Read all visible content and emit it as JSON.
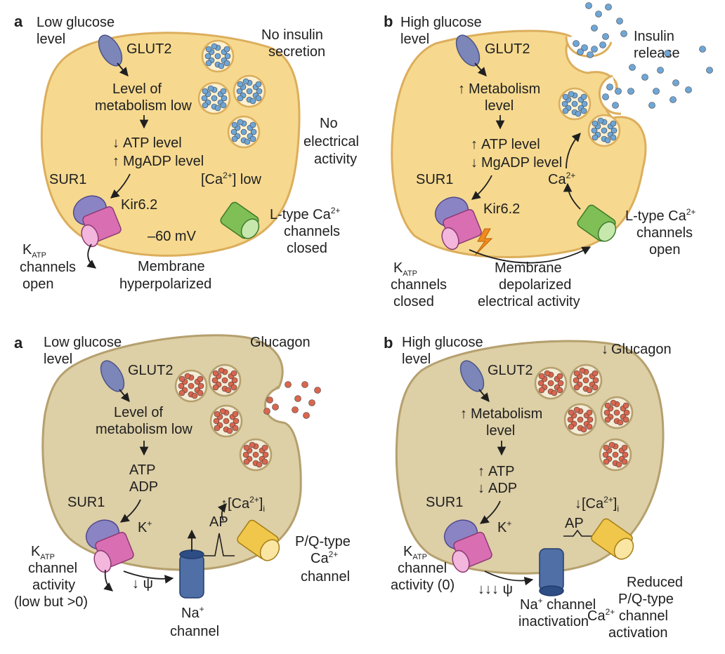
{
  "colors": {
    "beta_cell_fill": "#f6d98f",
    "beta_cell_edge": "#dcae5c",
    "alpha_cell_fill": "#ddcfa6",
    "alpha_cell_edge": "#b5a06e",
    "insulin_granule": "#6fa6d6",
    "glucagon_granule": "#d9664e",
    "glut2": "#7d86b8",
    "sur1": "#8b84c4",
    "kir": "#d96fb2",
    "ltype": "#7fbf55",
    "pq": "#f0c74a",
    "na": "#4f6fa6",
    "lightning": "#f08c1e"
  },
  "icons": [
    "glut2-transporter-icon",
    "katp-channel-icon",
    "calcium-channel-icon",
    "sodium-channel-icon",
    "granule-icon",
    "lightning-icon"
  ],
  "panels": {
    "beta_low": {
      "letter": "a",
      "glucose": [
        "Low glucose",
        "level"
      ],
      "glut2": "GLUT2",
      "metab": [
        "Level of",
        "metabolism low"
      ],
      "atp": "ATP level",
      "mgadp": "MgADP level",
      "sur1": "SUR1",
      "kir": "Kir6.2",
      "ca": "[Ca",
      "ca_sup": "2+",
      "ca_end": "] low",
      "mv": "–60 mV",
      "katp_k": "K",
      "katp_sub": "ATP",
      "katp_state": [
        "channels",
        "open"
      ],
      "membrane": [
        "Membrane",
        "hyperpolarized"
      ],
      "ltype_a": "L-type Ca",
      "ltype_sup": "2+",
      "ltype_state": [
        "channels",
        "closed"
      ],
      "secretion": [
        "No insulin",
        "secretion"
      ],
      "electrical": [
        "No",
        "electrical",
        "activity"
      ]
    },
    "beta_high": {
      "letter": "b",
      "glucose": [
        "High glucose",
        "level"
      ],
      "glut2": "GLUT2",
      "metab": [
        "Metabolism",
        "level"
      ],
      "atp": "ATP level",
      "mgadp": "MgADP level",
      "sur1": "SUR1",
      "kir": "Kir6.2",
      "ca": "Ca",
      "ca_sup": "2+",
      "katp_k": "K",
      "katp_sub": "ATP",
      "katp_state": [
        "channels",
        "closed"
      ],
      "membrane": [
        "Membrane",
        "depolarized",
        "electrical activity"
      ],
      "ltype_a": "L-type Ca",
      "ltype_sup": "2+",
      "ltype_state": [
        "channels",
        "open"
      ],
      "release": [
        "Insulin",
        "release"
      ]
    },
    "alpha_low": {
      "letter": "a",
      "glucose": [
        "Low glucose",
        "level"
      ],
      "glut2": "GLUT2",
      "metab": [
        "Level of",
        "metabolism low"
      ],
      "atp": "ATP",
      "adp": "ADP",
      "sur1": "SUR1",
      "kplus": "K",
      "kplus_sup": "+",
      "ap": "AP",
      "ca_i": "[Ca",
      "ca_i_sup": "2+",
      "ca_i_end": "]",
      "ca_i_sub": "i",
      "psi": "ψ",
      "katp_k": "K",
      "katp_sub": "ATP",
      "katp_state": [
        "channel",
        "activity",
        "(low but >0)"
      ],
      "na": "Na",
      "na_sup": "+",
      "na_state": "channel",
      "pq": [
        "P/Q-type",
        "Ca",
        "channel"
      ],
      "pq_sup": "2+",
      "glucagon": "Glucagon"
    },
    "alpha_high": {
      "letter": "b",
      "glucose": [
        "High glucose",
        "level"
      ],
      "glut2": "GLUT2",
      "metab": [
        "Metabolism",
        "level"
      ],
      "atp": "ATP",
      "adp": "ADP",
      "sur1": "SUR1",
      "kplus": "K",
      "kplus_sup": "+",
      "ap": "AP",
      "ca_i": "[Ca",
      "ca_i_sup": "2+",
      "ca_i_end": "]",
      "ca_i_sub": "i",
      "psi": "ψ",
      "katp_k": "K",
      "katp_sub": "ATP",
      "katp_state": [
        "channel",
        "activity (0)"
      ],
      "na": "Na",
      "na_sup": "+",
      "na_state": "channel",
      "na_state2": "inactivation",
      "pq": [
        "Reduced",
        "P/Q-type",
        "Ca",
        "channel",
        "activation"
      ],
      "pq_sup": "2+",
      "glucagon": "Glucagon"
    }
  }
}
